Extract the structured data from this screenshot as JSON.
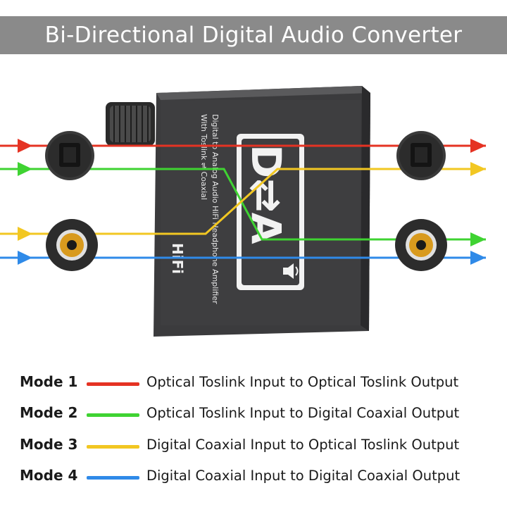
{
  "banner": {
    "title": "Bi-Directional Digital Audio Converter"
  },
  "device": {
    "print_lines": [
      "Digital to Analog Audio HiFi Headphone Amplifier",
      "With Toslink ⇌ Coaxial"
    ],
    "hifi_label": "HiFi",
    "logo_text": "D⇄A"
  },
  "modes": [
    {
      "label": "Mode 1",
      "color": "#e53323",
      "description": "Optical Toslink Input to Optical Toslink Output"
    },
    {
      "label": "Mode 2",
      "color": "#3fd332",
      "description": "Optical Toslink Input to Digital Coaxial Output"
    },
    {
      "label": "Mode 3",
      "color": "#f2c722",
      "description": "Digital Coaxial Input to Optical Toslink Output"
    },
    {
      "label": "Mode 4",
      "color": "#2f8ae8",
      "description": "Digital Coaxial Input to Digital Coaxial Output"
    }
  ],
  "icons": {
    "arrow": "arrow-right-icon",
    "optical_port": "optical-port-icon",
    "coaxial_port": "coaxial-port-icon",
    "volume_knob": "volume-knob-icon",
    "speaker": "speaker-icon"
  }
}
